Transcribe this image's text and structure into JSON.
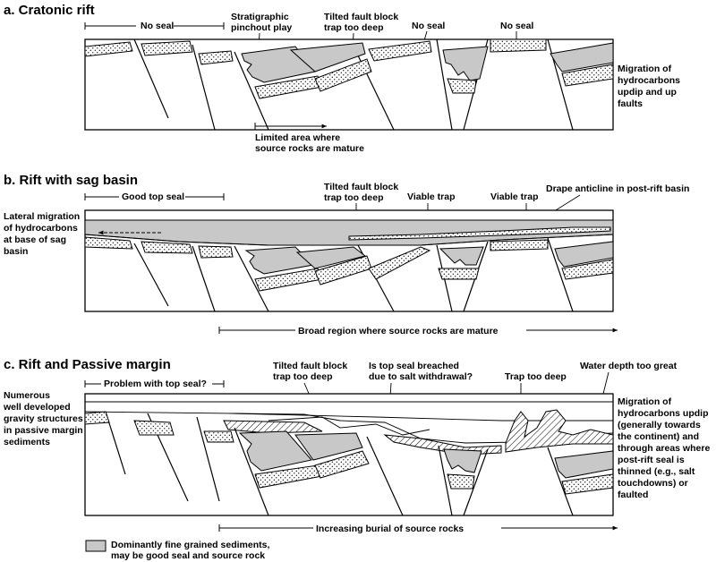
{
  "panel_a": {
    "title": "a. Cratonic rift",
    "no_seal_left": "No seal",
    "stratigraphic_1": "Stratigraphic",
    "stratigraphic_2": "pinchout play",
    "tilted_1": "Tilted fault block",
    "tilted_2": "trap too deep",
    "no_seal_mid": "No seal",
    "no_seal_right": "No seal",
    "migration_1": "Migration of",
    "migration_2": "hydrocarbons",
    "migration_3": "updip and up",
    "migration_4": "faults",
    "limited_1": "Limited area where",
    "limited_2": "source rocks are mature"
  },
  "panel_b": {
    "title": "b. Rift with sag basin",
    "good_top_seal": "Good top seal",
    "tilted_1": "Tilted fault block",
    "tilted_2": "trap too deep",
    "viable_trap_1": "Viable trap",
    "viable_trap_2": "Viable trap",
    "drape": "Drape anticline in post-rift basin",
    "lateral_1": "Lateral migration",
    "lateral_2": "of hydrocarbons",
    "lateral_3": "at base of sag",
    "lateral_4": "basin",
    "broad_region": "Broad region where source rocks are mature"
  },
  "panel_c": {
    "title": "c. Rift and Passive margin",
    "problem": "Problem with top seal?",
    "tilted_1": "Tilted fault block",
    "tilted_2": "trap too deep",
    "breached_1": "Is top seal breached",
    "breached_2": "due to salt withdrawal?",
    "trap_too_deep": "Trap too deep",
    "water_depth": "Water depth too great",
    "numerous_1": "Numerous",
    "numerous_2": "well developed",
    "numerous_3": "gravity structures",
    "numerous_4": "in passive margin",
    "numerous_5": "sediments",
    "migration_1": "Migration of",
    "migration_2": "hydrocarbons updip",
    "migration_3": "(generally towards",
    "migration_4": "the continent) and",
    "migration_5": "through areas where",
    "migration_6": "post-rift seal is",
    "migration_7": "thinned (e.g., salt",
    "migration_8": "touchdowns) or",
    "migration_9": "faulted",
    "increasing": "Increasing burial of source rocks"
  },
  "legend": {
    "line_1": "Dominantly fine grained sediments,",
    "line_2": "may be good seal and source rock"
  }
}
